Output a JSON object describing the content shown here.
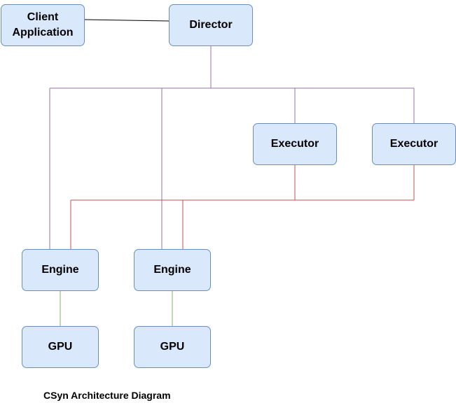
{
  "diagram": {
    "nodes": {
      "client": "Client\nApplication",
      "director": "Director",
      "executor_1": "Executor",
      "executor_2": "Executor",
      "engine_1": "Engine",
      "engine_2": "Engine",
      "gpu_1": "GPU",
      "gpu_2": "GPU"
    },
    "caption": "CSyn Architecture Diagram",
    "colors": {
      "node_fill": "#dae8fc",
      "node_border": "#6c8ebf",
      "link_client_director": "#000000",
      "link_director_bus": "#9673a6",
      "link_executor_bus": "#b85450",
      "link_engine_gpu": "#82b366"
    },
    "edges": [
      {
        "from": "client",
        "to": "director"
      },
      {
        "from": "director",
        "to": "engine_1"
      },
      {
        "from": "director",
        "to": "engine_2"
      },
      {
        "from": "director",
        "to": "executor_1"
      },
      {
        "from": "director",
        "to": "executor_2"
      },
      {
        "from": "executor_1",
        "to": "engine_1"
      },
      {
        "from": "executor_1",
        "to": "engine_2"
      },
      {
        "from": "executor_2",
        "to": "engine_1"
      },
      {
        "from": "executor_2",
        "to": "engine_2"
      },
      {
        "from": "engine_1",
        "to": "gpu_1"
      },
      {
        "from": "engine_2",
        "to": "gpu_2"
      }
    ]
  }
}
